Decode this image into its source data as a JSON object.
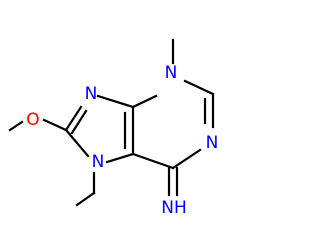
{
  "molecule": {
    "atoms": {
      "methoxy_o": "O",
      "n7": "N",
      "n9": "N",
      "n3": "N",
      "n1": "N",
      "imine_nh": "NH"
    },
    "colors": {
      "carbon_bonds": "#000000",
      "nitrogen": "#0000ff",
      "oxygen": "#ff0000"
    }
  }
}
